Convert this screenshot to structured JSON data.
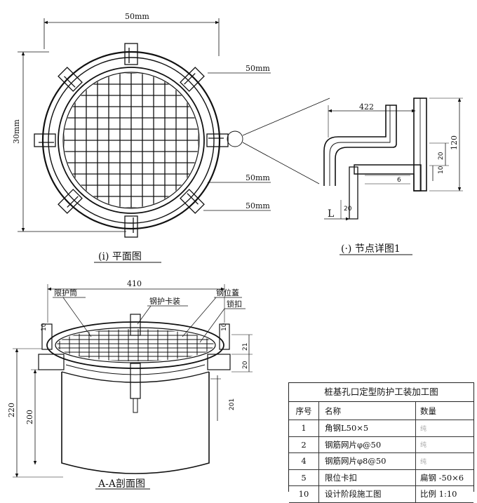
{
  "plan": {
    "dim_width": "50mm",
    "dim_height": "30mm",
    "dim_right_1": "50mm",
    "dim_right_2": "50mm",
    "dim_right_3": "50mm",
    "caption": "(i) 平面图"
  },
  "detail": {
    "dim_width": "422",
    "dim_height": "120",
    "dim_inner_1": "20",
    "dim_inner_2": "10",
    "dim_small_1": "6",
    "dim_bottom": "20",
    "label_l": "L",
    "caption": "(·) 节点详图1"
  },
  "section": {
    "dim_width": "410",
    "label_guard_tube": "限护筒",
    "label_clamp": "钢护卡装",
    "label_cap": "钢位蓋",
    "label_buckle": "锁扣",
    "dim_left_outer": "220",
    "dim_left_inner": "200",
    "dim_right_1": "21",
    "dim_right_2": "20",
    "dim_right_3": "201",
    "dim_top_left": "10",
    "dim_top_right": "10",
    "caption": "A-A剖面图"
  },
  "bom": {
    "title": "桩基孔口定型防护工装加工图",
    "headers": [
      "序号",
      "名称",
      "数量"
    ],
    "rows": [
      {
        "no": "1",
        "name": "角钢L50×5",
        "qty": "纯"
      },
      {
        "no": "2",
        "name": "钢筋网片φ@50",
        "qty": "纯"
      },
      {
        "no": "4",
        "name": "钢筋网片φ8@50",
        "qty": "纯"
      },
      {
        "no": "5",
        "name": "限位卡扣",
        "qty": "扁钢 -50×6"
      },
      {
        "no": "10",
        "name": "设计阶段施工图",
        "qty": "比例 1:10"
      }
    ]
  }
}
